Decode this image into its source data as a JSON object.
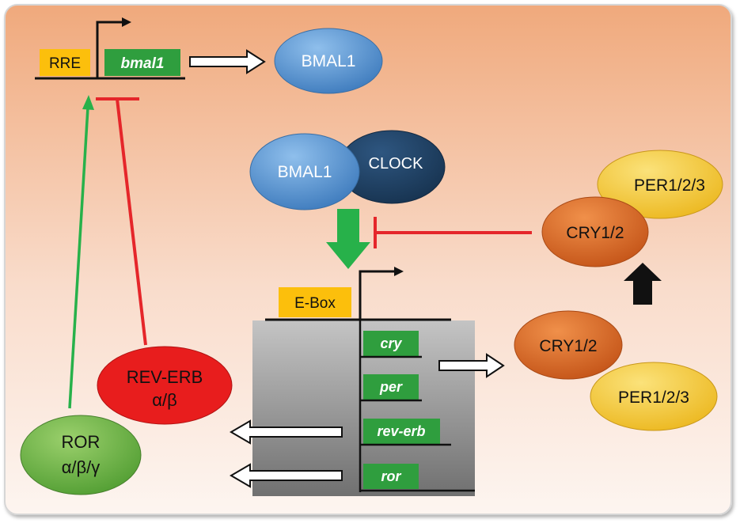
{
  "colors": {
    "background_top": "#f0a97c",
    "background_bottom": "#fdf3ee",
    "yellow_box": "#fcbf0c",
    "green_box": "#2f9e3e",
    "bmal1_blue": "#4a88c8",
    "clock_navy": "#1f3f62",
    "cry_orange": "#d5621f",
    "per_yellow": "#f2c534",
    "rev_erb_red": "#e81d1d",
    "ror_green": "#63ad3e",
    "activation_green": "#27b14a",
    "repression_red": "#e5262a"
  },
  "promoter_top": {
    "element": "RRE",
    "gene": "bmal1"
  },
  "proteins": {
    "bmal1_top": "BMAL1",
    "bmal1_complex": "BMAL1",
    "clock": "CLOCK",
    "per_top": "PER1/2/3",
    "cry_top": "CRY1/2",
    "cry_bottom": "CRY1/2",
    "per_bottom": "PER1/2/3",
    "rev_erb_name": "REV-ERB",
    "rev_erb_isoforms": "α/β",
    "ror_name": "ROR",
    "ror_isoforms": "α/β/γ"
  },
  "promoter_center": {
    "element": "E-Box",
    "genes": [
      "cry",
      "per",
      "rev-erb",
      "ror"
    ]
  }
}
